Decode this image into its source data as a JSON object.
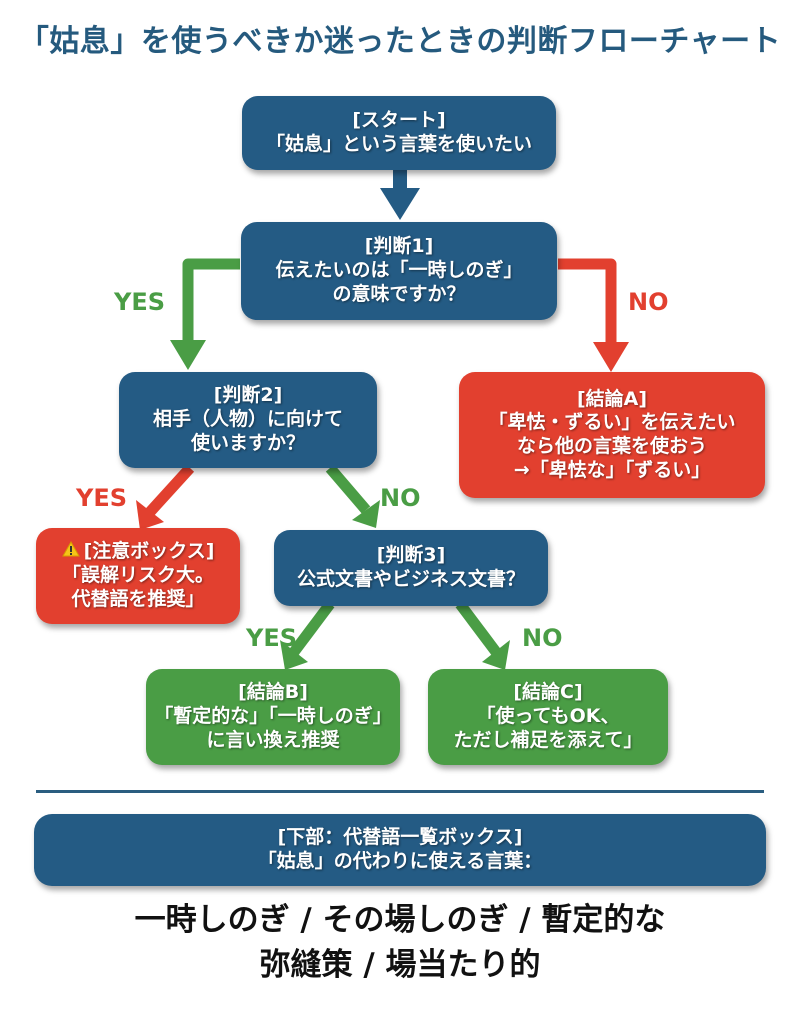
{
  "title": "「姑息」を使うべきか迷ったときの判断フローチャート",
  "colors": {
    "decision": "#245b84",
    "warning": "#e2402f",
    "positive": "#4a9d45",
    "title": "#255a7e"
  },
  "nodes": {
    "start": {
      "tag": "[スタート]",
      "lines": [
        "「姑息」という言葉を使いたい"
      ]
    },
    "judge1": {
      "tag": "[判断1]",
      "lines": [
        "伝えたいのは「一時しのぎ」",
        "の意味ですか？"
      ]
    },
    "judge2": {
      "tag": "[判断2]",
      "lines": [
        "相手（人物）に向けて",
        "使いますか？"
      ]
    },
    "conclusionA": {
      "tag": "[結論A]",
      "lines": [
        "「卑怯・ずるい」を伝えたい",
        "なら他の言葉を使おう",
        "→「卑怯な」「ずるい」"
      ]
    },
    "caution": {
      "icon": "warning-icon",
      "tag": "[注意ボックス]",
      "lines": [
        "「誤解リスク大。",
        "代替語を推奨」"
      ]
    },
    "judge3": {
      "tag": "[判断3]",
      "lines": [
        "公式文書やビジネス文書？"
      ]
    },
    "conclusionB": {
      "tag": "[結論B]",
      "lines": [
        "「暫定的な」「一時しのぎ」",
        "に言い換え推奨"
      ]
    },
    "conclusionC": {
      "tag": "[結論C]",
      "lines": [
        "「使ってもOK、",
        "ただし補足を添えて」"
      ]
    },
    "alternatives": {
      "tag": "[下部：代替語一覧ボックス]",
      "lines": [
        "「姑息」の代わりに使える言葉："
      ]
    }
  },
  "edge_labels": {
    "judge1_yes": "YES",
    "judge1_no": "NO",
    "judge2_yes": "YES",
    "judge2_no": "NO",
    "judge3_yes": "YES",
    "judge3_no": "NO"
  },
  "alternative_words": {
    "line1": "一時しのぎ / その場しのぎ / 暫定的な",
    "line2": "弥縫策 / 場当たり的"
  }
}
